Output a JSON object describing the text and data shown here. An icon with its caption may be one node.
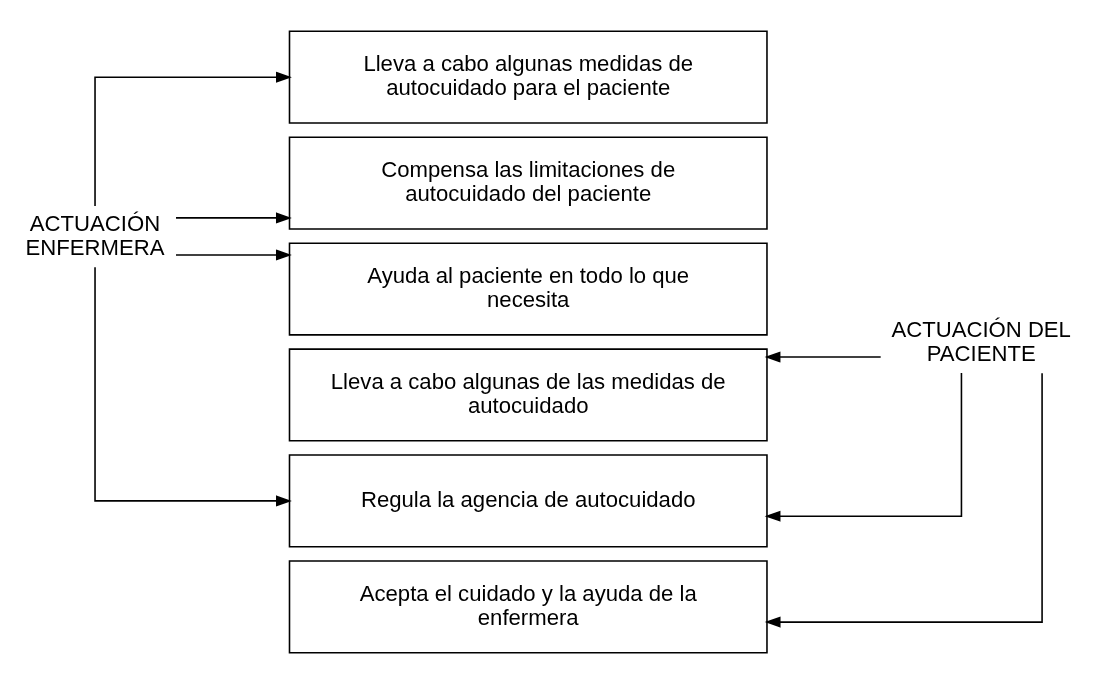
{
  "diagram": {
    "nodes": [
      {
        "text": [
          "ACTUACIÓN ENFERMERA"
        ]
      },
      {
        "text": [
          "Lleva a cabo algunas medidas de autocuidado para el paciente"
        ]
      },
      {
        "text": [
          "Compensa las limitaciones de autocuidado del paciente"
        ]
      },
      {
        "text": [
          "Ayuda al paciente en todo lo que necesita"
        ]
      },
      {
        "text": [
          "Lleva a cabo algunas de las medidas de autocuidado"
        ]
      },
      {
        "text": [
          "Regula la agencia de autocuidado"
        ]
      },
      {
        "text": [
          "Acepta el cuidado y la ayuda de la enfermera"
        ]
      },
      {
        "text": [
          "ACTUACIÓN DEL PACIENTE"
        ]
      }
    ],
    "edges": [
      {
        "from": 0,
        "to": 1,
        "arrow": "to"
      },
      {
        "from": 0,
        "to": 2,
        "arrow": "to"
      },
      {
        "from": 0,
        "to": 3,
        "arrow": "to"
      },
      {
        "from": 0,
        "to": 5,
        "arrow": "to"
      },
      {
        "from": 7,
        "to": 4,
        "arrow": "to"
      },
      {
        "from": 7,
        "to": 5,
        "arrow": "to"
      },
      {
        "from": 7,
        "to": 6,
        "arrow": "to"
      }
    ]
  }
}
